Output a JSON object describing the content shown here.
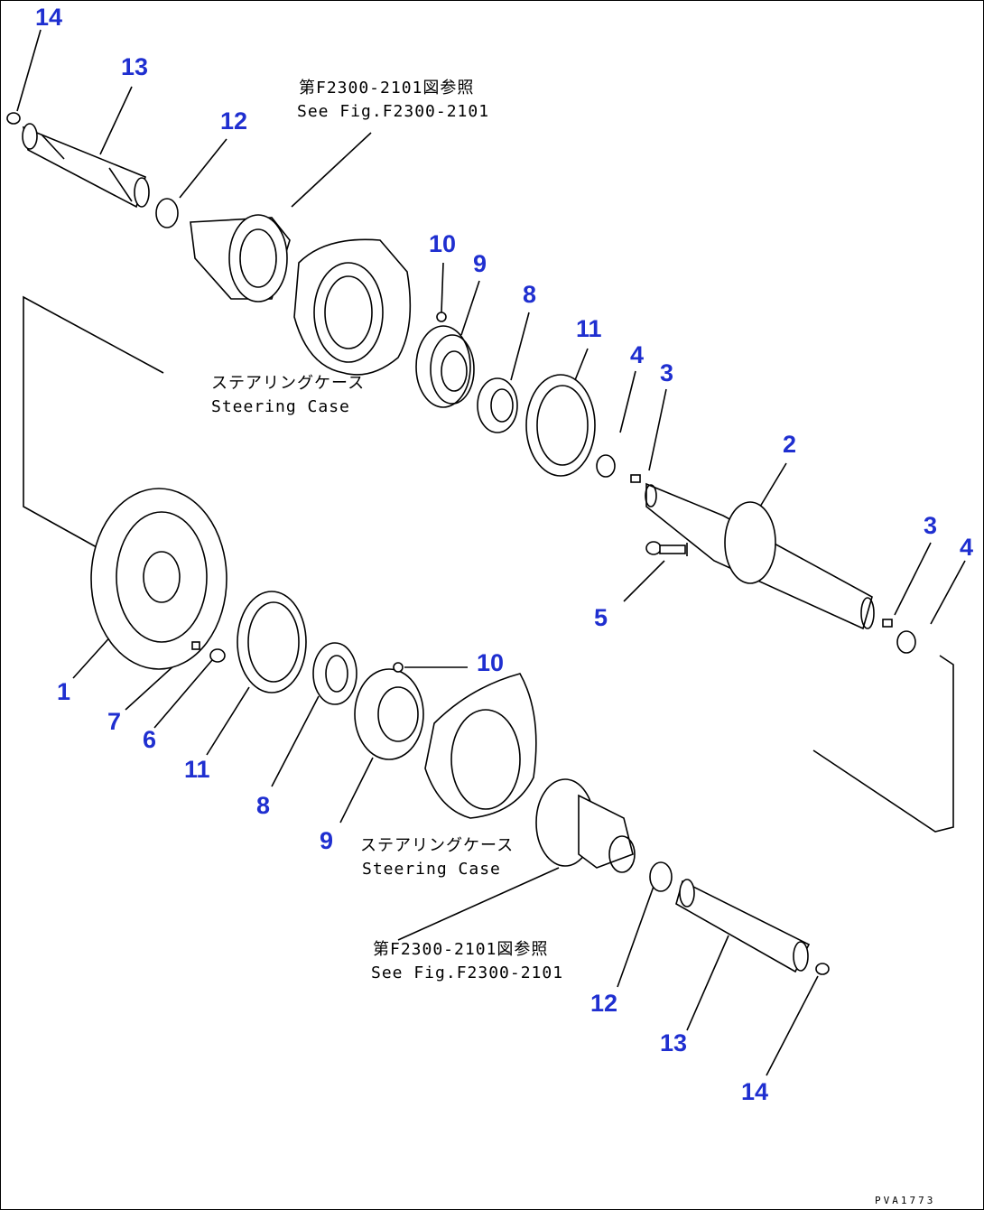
{
  "callouts": {
    "c14a": "14",
    "c13a": "13",
    "c12a": "12",
    "c10a": "10",
    "c9a": "9",
    "c8a": "8",
    "c11a": "11",
    "c4a": "4",
    "c3a": "3",
    "c2": "2",
    "c3b": "3",
    "c4b": "4",
    "c5": "5",
    "c1": "1",
    "c7": "7",
    "c6": "6",
    "c11b": "11",
    "c8b": "8",
    "c9b": "9",
    "c10b": "10",
    "c12b": "12",
    "c13b": "13",
    "c14b": "14"
  },
  "notes": {
    "ref_top_jp": "第F2300-2101図参照",
    "ref_top_en": "See Fig.F2300-2101",
    "steering_top_jp": "ステアリングケース",
    "steering_top_en": "Steering Case",
    "steering_bot_jp": "ステアリングケース",
    "steering_bot_en": "Steering Case",
    "ref_bot_jp": "第F2300-2101図参照",
    "ref_bot_en": "See Fig.F2300-2101"
  },
  "drawing_code": "PVA1773",
  "colors": {
    "callout": "#1f2fd0",
    "line": "#000000",
    "background": "#ffffff"
  }
}
